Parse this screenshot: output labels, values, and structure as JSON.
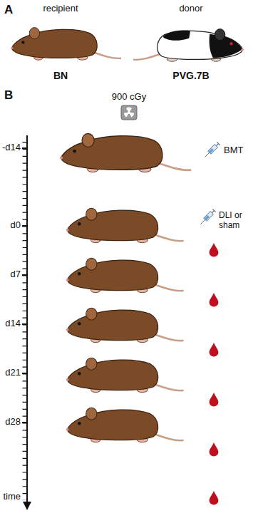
{
  "diagram": {
    "labels": [
      "A",
      "recipient",
      "donor",
      "BN",
      "PVG.7B",
      "B",
      "900 cGy",
      "-d14",
      "BMT",
      "d0",
      "DLI or sham",
      "d7",
      "d14",
      "d21",
      "d28",
      "time"
    ]
  }
}
